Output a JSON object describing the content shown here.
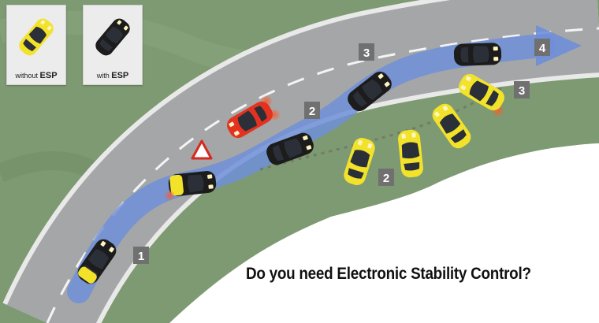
{
  "legend": {
    "without": {
      "prefix": "without",
      "brand": "ESP"
    },
    "with": {
      "prefix": "with",
      "brand": "ESP"
    }
  },
  "steps": {
    "s1": "1",
    "s2_esp": "2",
    "s3_esp": "3",
    "s4": "4",
    "s2_no": "2",
    "s3_no": "3"
  },
  "caption": "Do you need Electronic Stability Control?",
  "colors": {
    "grass": "#7e9a72",
    "road": "#a5a6a8",
    "arrow": "#6f8fd8",
    "car_yellow": "#f2e22a",
    "car_black": "#1c1c1c",
    "car_red": "#e3321f"
  }
}
